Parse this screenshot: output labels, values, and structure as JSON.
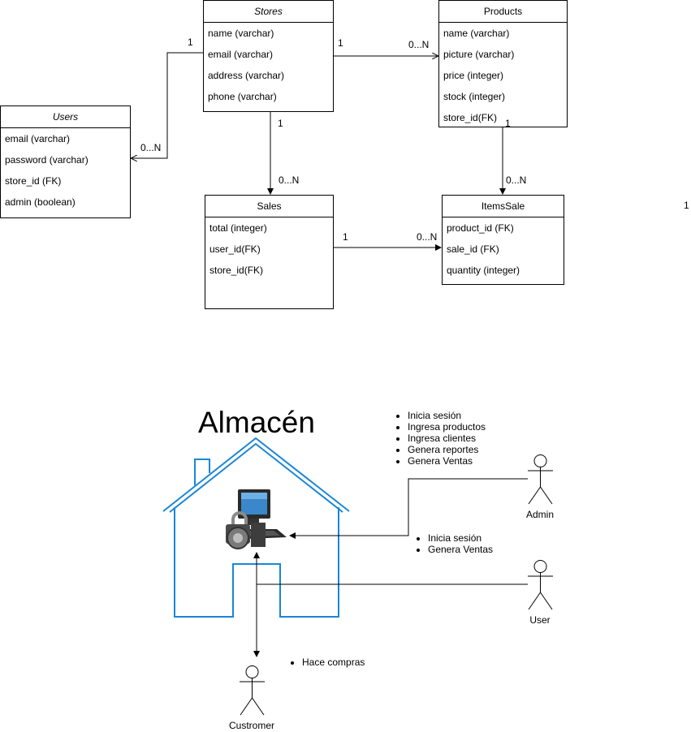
{
  "entities": {
    "stores": {
      "name": "Stores",
      "fields": [
        "name (varchar)",
        "email (varchar)",
        "address (varchar)",
        "phone (varchar)"
      ]
    },
    "products": {
      "name": "Products",
      "fields": [
        "name (varchar)",
        "picture (varchar)",
        "price (integer)",
        "stock (integer)",
        "store_id(FK)"
      ]
    },
    "users": {
      "name": "Users",
      "fields": [
        "email (varchar)",
        "password (varchar)",
        "store_id (FK)",
        "admin (boolean)"
      ]
    },
    "sales": {
      "name": "Sales",
      "fields": [
        "total (integer)",
        "user_id(FK)",
        "store_id(FK)"
      ]
    },
    "itemssale": {
      "name": "ItemsSale",
      "fields": [
        "product_id (FK)",
        "sale_id (FK)",
        "quantity (integer)"
      ]
    }
  },
  "cardinalities": {
    "stores_users_one": "1",
    "stores_users_many": "0...N",
    "stores_products_one": "1",
    "stores_products_many": "0...N",
    "stores_sales_one": "1",
    "stores_sales_many": "0...N",
    "products_items_one": "1",
    "products_items_many": "0...N",
    "sales_items_one": "1",
    "sales_items_many": "0...N",
    "stray_one": "1"
  },
  "system": {
    "title": "Almacén",
    "colors": {
      "house": "#1a86d6",
      "line": "#000000"
    },
    "admin": {
      "label": "Admin",
      "tasks": [
        "Inicia sesión",
        "Ingresa productos",
        "Ingresa clientes",
        "Genera reportes",
        "Genera Ventas"
      ]
    },
    "user": {
      "label": "User",
      "tasks": [
        "Inicia sesión",
        "Genera Ventas"
      ]
    },
    "customer": {
      "label": "Custromer",
      "tasks": [
        "Hace compras"
      ]
    },
    "icon": "secure-computer-icon"
  }
}
